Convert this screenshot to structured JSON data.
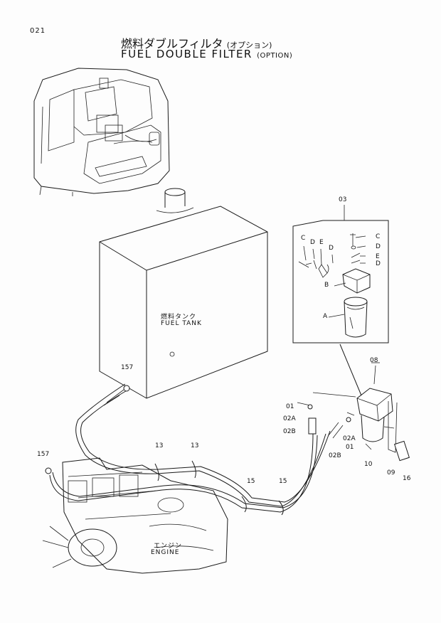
{
  "page_number": "021",
  "title": {
    "japanese": "燃料ダブルフィルタ",
    "japanese_option": "(オプション)",
    "english": "FUEL DOUBLE FILTER",
    "english_option": "(OPTION)"
  },
  "components": {
    "fuel_tank_jp": "燃料タンク",
    "fuel_tank_en": "FUEL TANK",
    "engine_jp": "エンジン",
    "engine_en": "ENGINE"
  },
  "callouts": {
    "kit": "03",
    "c1": "C",
    "c2": "C",
    "d1": "D",
    "d2": "D",
    "d3": "D",
    "d4": "D",
    "e1": "E",
    "e2": "E",
    "b": "B",
    "a": "A",
    "p157_top": "157",
    "p157_left": "157",
    "p08": "08",
    "p01_a": "01",
    "p01_b": "01",
    "p02A_a": "02A",
    "p02A_b": "02A",
    "p02B_a": "02B",
    "p02B_b": "02B",
    "p10": "10",
    "p09": "09",
    "p16": "16",
    "p13_a": "13",
    "p13_b": "13",
    "p15_a": "15",
    "p15_b": "15"
  }
}
